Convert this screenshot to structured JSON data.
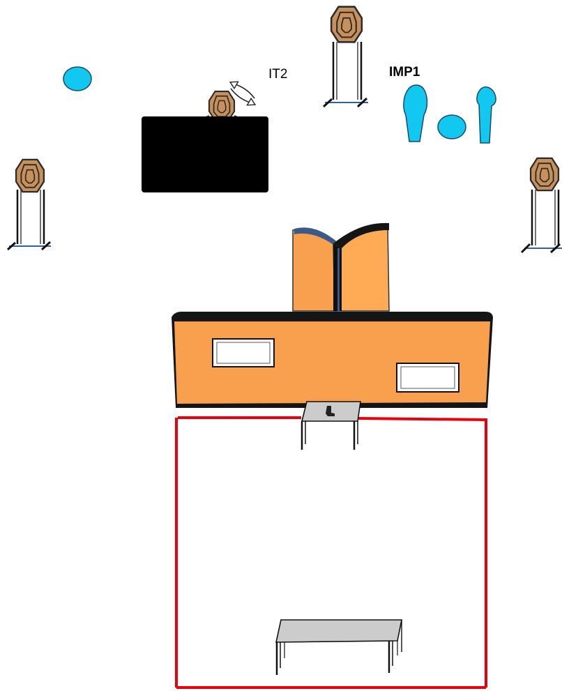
{
  "labels": {
    "it2": "IT2",
    "imp1": "IMP1"
  },
  "colors": {
    "target_fill": "#c8915c",
    "target_stroke": "#2b2b2b",
    "no_shoot_fill": "#13c8f0",
    "no_shoot_stroke": "#1a4a66",
    "wall_fill": "#f9a04e",
    "wall_dark": "#1a1a1a",
    "barrier_fill": "#000000",
    "fault_line": "#e8000b",
    "table_top": "#cccccc",
    "stand_base": "#3060a0"
  },
  "elements": {
    "paper_targets": [
      "target-stand-left",
      "target-it2-swinger",
      "target-stand-top",
      "target-stand-right"
    ],
    "no_shoots": [
      "no-shoot-left",
      "popper-no-shoot-left",
      "no-shoot-plate",
      "popper-no-shoot-right"
    ],
    "props": [
      "black-barrier",
      "v-barrier",
      "front-wall",
      "start-table-gun",
      "shooting-area-table"
    ],
    "icons": [
      "gun-icon",
      "rotate-arrow-icon"
    ]
  }
}
